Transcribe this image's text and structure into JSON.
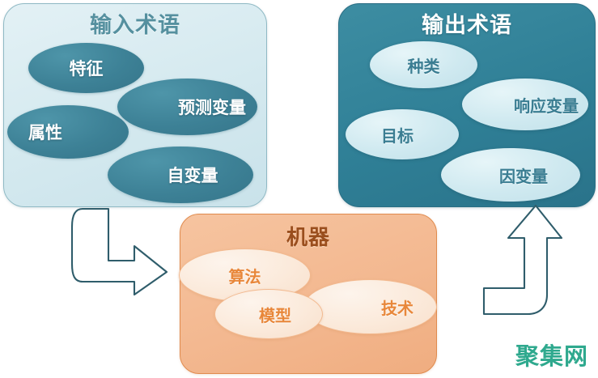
{
  "diagram": {
    "watermark": "聚集网",
    "colors": {
      "input_panel_bg": "#d4e9ef",
      "input_panel_border": "#8fb9c4",
      "input_title_text": "#55909f",
      "input_ellipse_fill": "#3d8196",
      "input_ellipse_text": "#ffffff",
      "output_panel_bg": "#2f7f96",
      "output_panel_border": "#2a6e84",
      "output_title_text": "#ffffff",
      "output_ellipse_fill": "#cfe9f0",
      "output_ellipse_text": "#3a7d92",
      "machine_panel_bg": "#f3b890",
      "machine_panel_border": "#e08b4e",
      "machine_title_text": "#9a4e1d",
      "machine_ellipse_fill": "#fbeadb",
      "machine_ellipse_text": "#e8873a",
      "arrow_stroke": "#2f5d6b",
      "watermark_text": "#2fa98e"
    },
    "panels": [
      {
        "id": "input",
        "title": "输入术语",
        "items": [
          {
            "label": "特征"
          },
          {
            "label": "预测变量"
          },
          {
            "label": "属性"
          },
          {
            "label": "自变量"
          }
        ]
      },
      {
        "id": "output",
        "title": "输出术语",
        "items": [
          {
            "label": "种类"
          },
          {
            "label": "响应变量"
          },
          {
            "label": "目标"
          },
          {
            "label": "因变量"
          }
        ]
      },
      {
        "id": "machine",
        "title": "机器",
        "items": [
          {
            "label": "算法"
          },
          {
            "label": "技术"
          },
          {
            "label": "模型"
          }
        ]
      }
    ],
    "arrows": [
      {
        "id": "input-to-machine",
        "name": "elbow-arrow-down-right"
      },
      {
        "id": "machine-to-output",
        "name": "elbow-arrow-right-up"
      }
    ]
  }
}
